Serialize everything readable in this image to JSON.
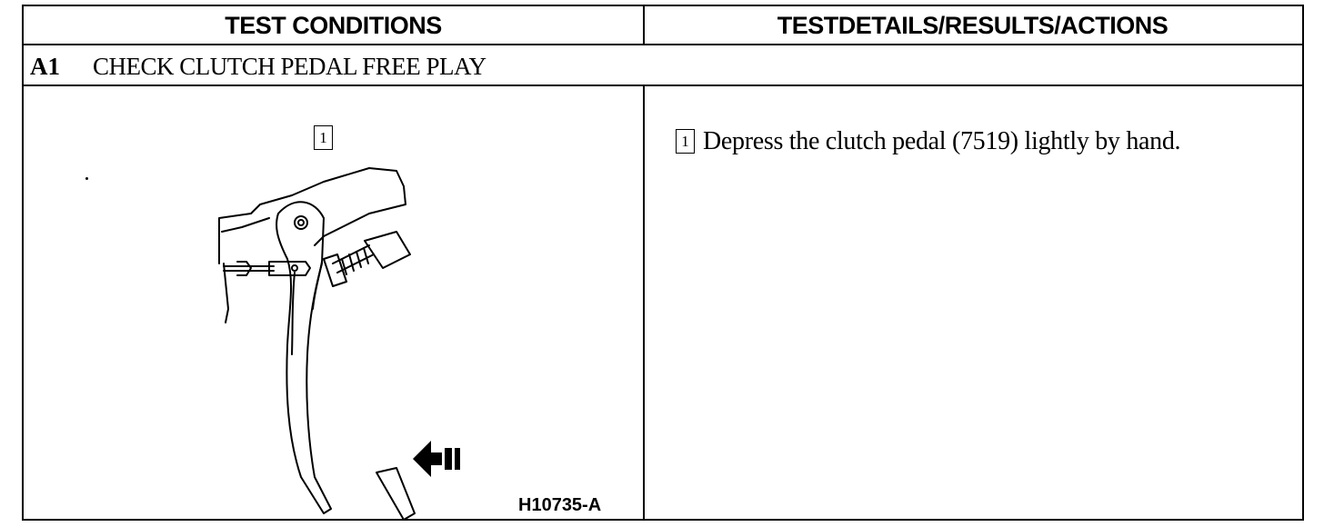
{
  "table": {
    "header_left": "TEST CONDITIONS",
    "header_right": "TESTDETAILS/RESULTS/ACTIONS"
  },
  "step": {
    "id": "A1",
    "title": "CHECK CLUTCH PEDAL FREE PLAY"
  },
  "conditions": {
    "callout_number": "1",
    "figure_id": "H10735-A",
    "figure_icon": "clutch-pedal-illustration"
  },
  "details": {
    "callout_number": "1",
    "instruction": "Depress the clutch pedal (7519) lightly by hand."
  }
}
